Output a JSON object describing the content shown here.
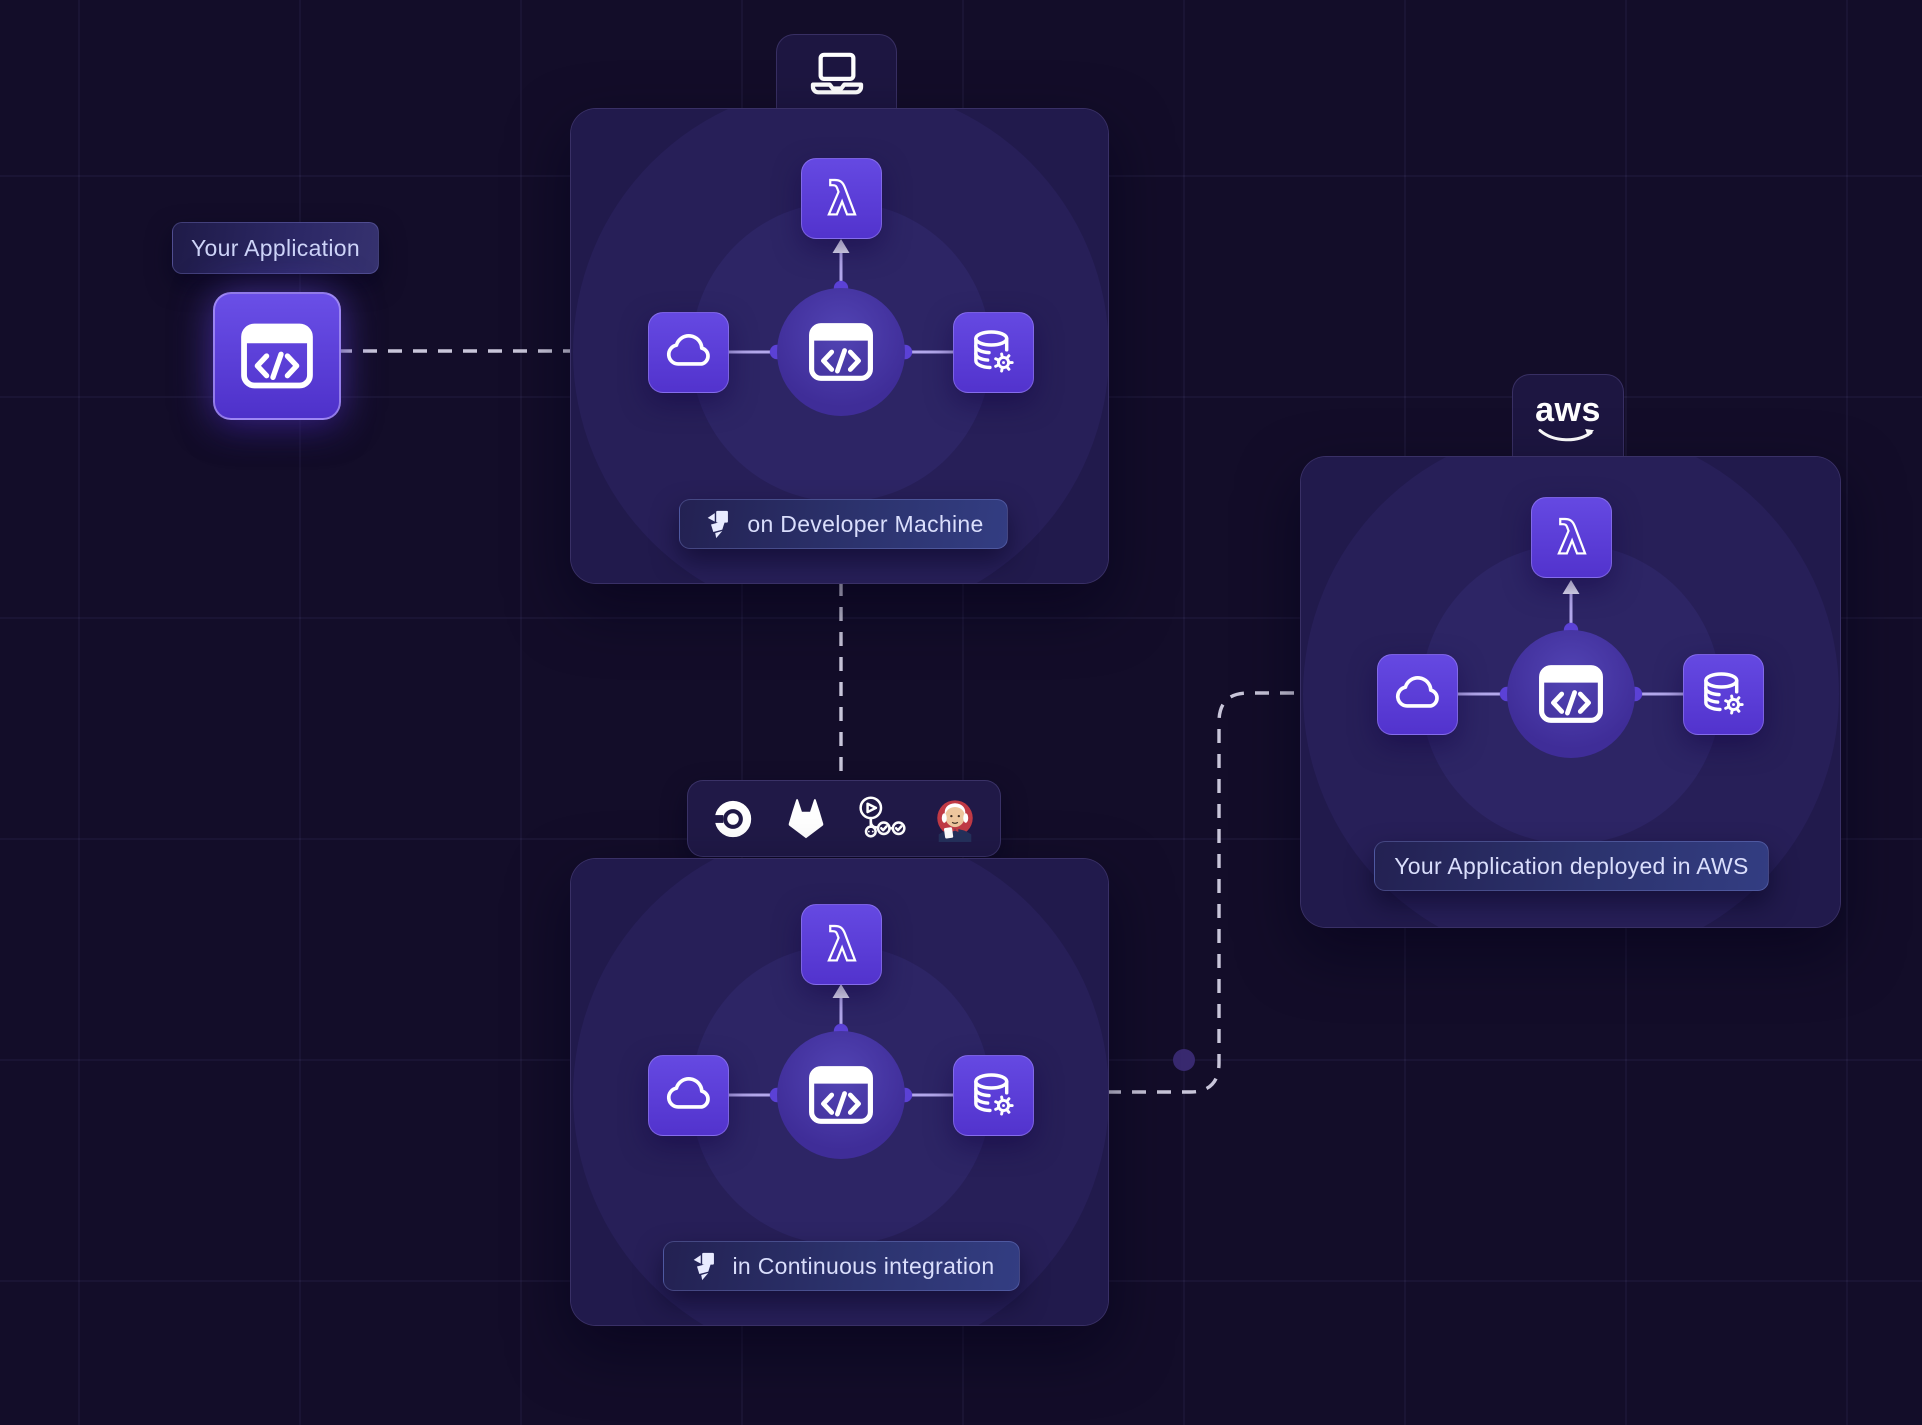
{
  "colors": {
    "background": "#130d29",
    "accent_purple": "#5b3ed2",
    "card_background": "#1b1440",
    "dashed_line": "#c9c6da",
    "badge_text": "#dadefc"
  },
  "left_group": {
    "label": "Your Application",
    "icon": "code-window-icon"
  },
  "dev_card": {
    "tab_icon": "laptop-icon",
    "label": "on Developer Machine",
    "badge_icon": "localstack-icon",
    "node_icons": [
      "lambda-icon",
      "cloud-icon",
      "code-window-icon",
      "database-gear-icon"
    ]
  },
  "ci_card": {
    "tab_icons": [
      "circleci-icon",
      "gitlab-icon",
      "github-actions-icon",
      "jenkins-icon"
    ],
    "label": "in Continuous integration",
    "badge_icon": "localstack-icon",
    "node_icons": [
      "lambda-icon",
      "cloud-icon",
      "code-window-icon",
      "database-gear-icon"
    ]
  },
  "aws_card": {
    "tab_label": "aws",
    "tab_icon": "aws-smile-icon",
    "label": "Your Application deployed in AWS",
    "node_icons": [
      "lambda-icon",
      "cloud-icon",
      "code-window-icon",
      "database-gear-icon"
    ]
  }
}
